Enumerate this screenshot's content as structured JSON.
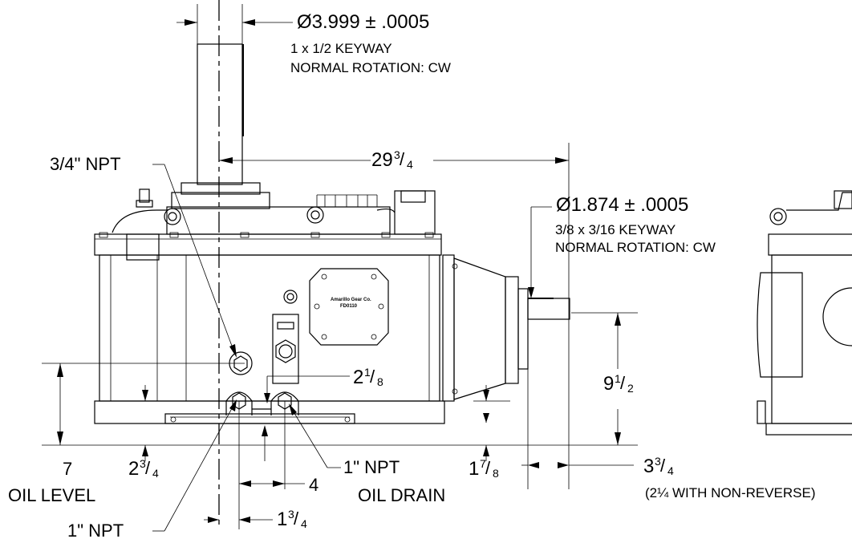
{
  "drawing": {
    "output_shaft": {
      "diameter": "Ø3.999 ± .0005",
      "keyway": "1 x 1/2 KEYWAY",
      "rotation": "NORMAL ROTATION: CW"
    },
    "input_shaft": {
      "diameter": "Ø1.874 ± .0005",
      "keyway": "3/8 x 3/16 KEYWAY",
      "rotation": "NORMAL ROTATION: CW"
    },
    "callouts": {
      "top_npt": "3/4\" NPT",
      "bottom_npt": "1\" NPT",
      "drain_npt": "1\" NPT",
      "drain_label": "OIL DRAIN",
      "oil_level_value": "7",
      "oil_level_label": "OIL LEVEL",
      "non_reverse_note": "(2¼ WITH NON-REVERSE)"
    },
    "dimensions": {
      "d_29_3_4": {
        "whole": "29",
        "num": "3",
        "den": "4"
      },
      "d_2_1_8": {
        "whole": "2",
        "num": "1",
        "den": "8"
      },
      "d_9_1_2": {
        "whole": "9",
        "num": "1",
        "den": "2"
      },
      "d_2_3_4": {
        "whole": "2",
        "num": "3",
        "den": "4"
      },
      "d_4": "4",
      "d_1_7_8": {
        "whole": "1",
        "num": "7",
        "den": "8"
      },
      "d_3_3_4": {
        "whole": "3",
        "num": "3",
        "den": "4"
      },
      "d_1_3_4": {
        "whole": "1",
        "num": "3",
        "den": "4"
      }
    },
    "nameplate": {
      "line1": "Amarillo Gear Co.",
      "line2": "FD0110"
    }
  }
}
